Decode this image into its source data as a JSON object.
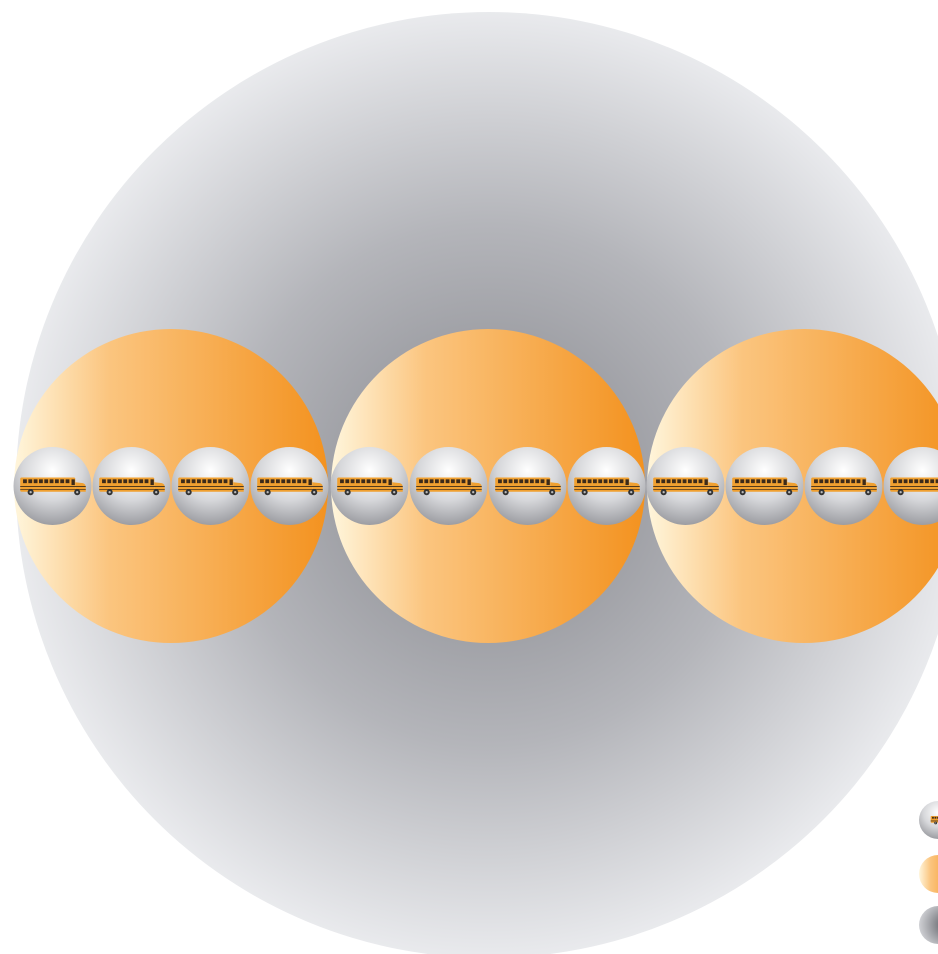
{
  "diagram": {
    "outer_circle": {
      "name": "big-gray-sphere"
    },
    "groups_visible": 3,
    "items_per_group": 4,
    "item_icon": "school-bus-icon",
    "legend": [
      {
        "symbol": "gray-bus-circle",
        "label": ""
      },
      {
        "symbol": "orange-circle",
        "label": ""
      },
      {
        "symbol": "dark-gray-circle",
        "label": ""
      }
    ]
  },
  "colors": {
    "page_background": "#ffffff",
    "gray_light": "#e8e9ec",
    "gray_dark": "#8a8b91",
    "orange_light": "#fff4d6",
    "orange_mid": "#fbc07a",
    "orange_dark": "#f39424",
    "bus_body": "#f0a030",
    "bus_window": "#3b2a1a",
    "bus_wheel": "#333333"
  }
}
